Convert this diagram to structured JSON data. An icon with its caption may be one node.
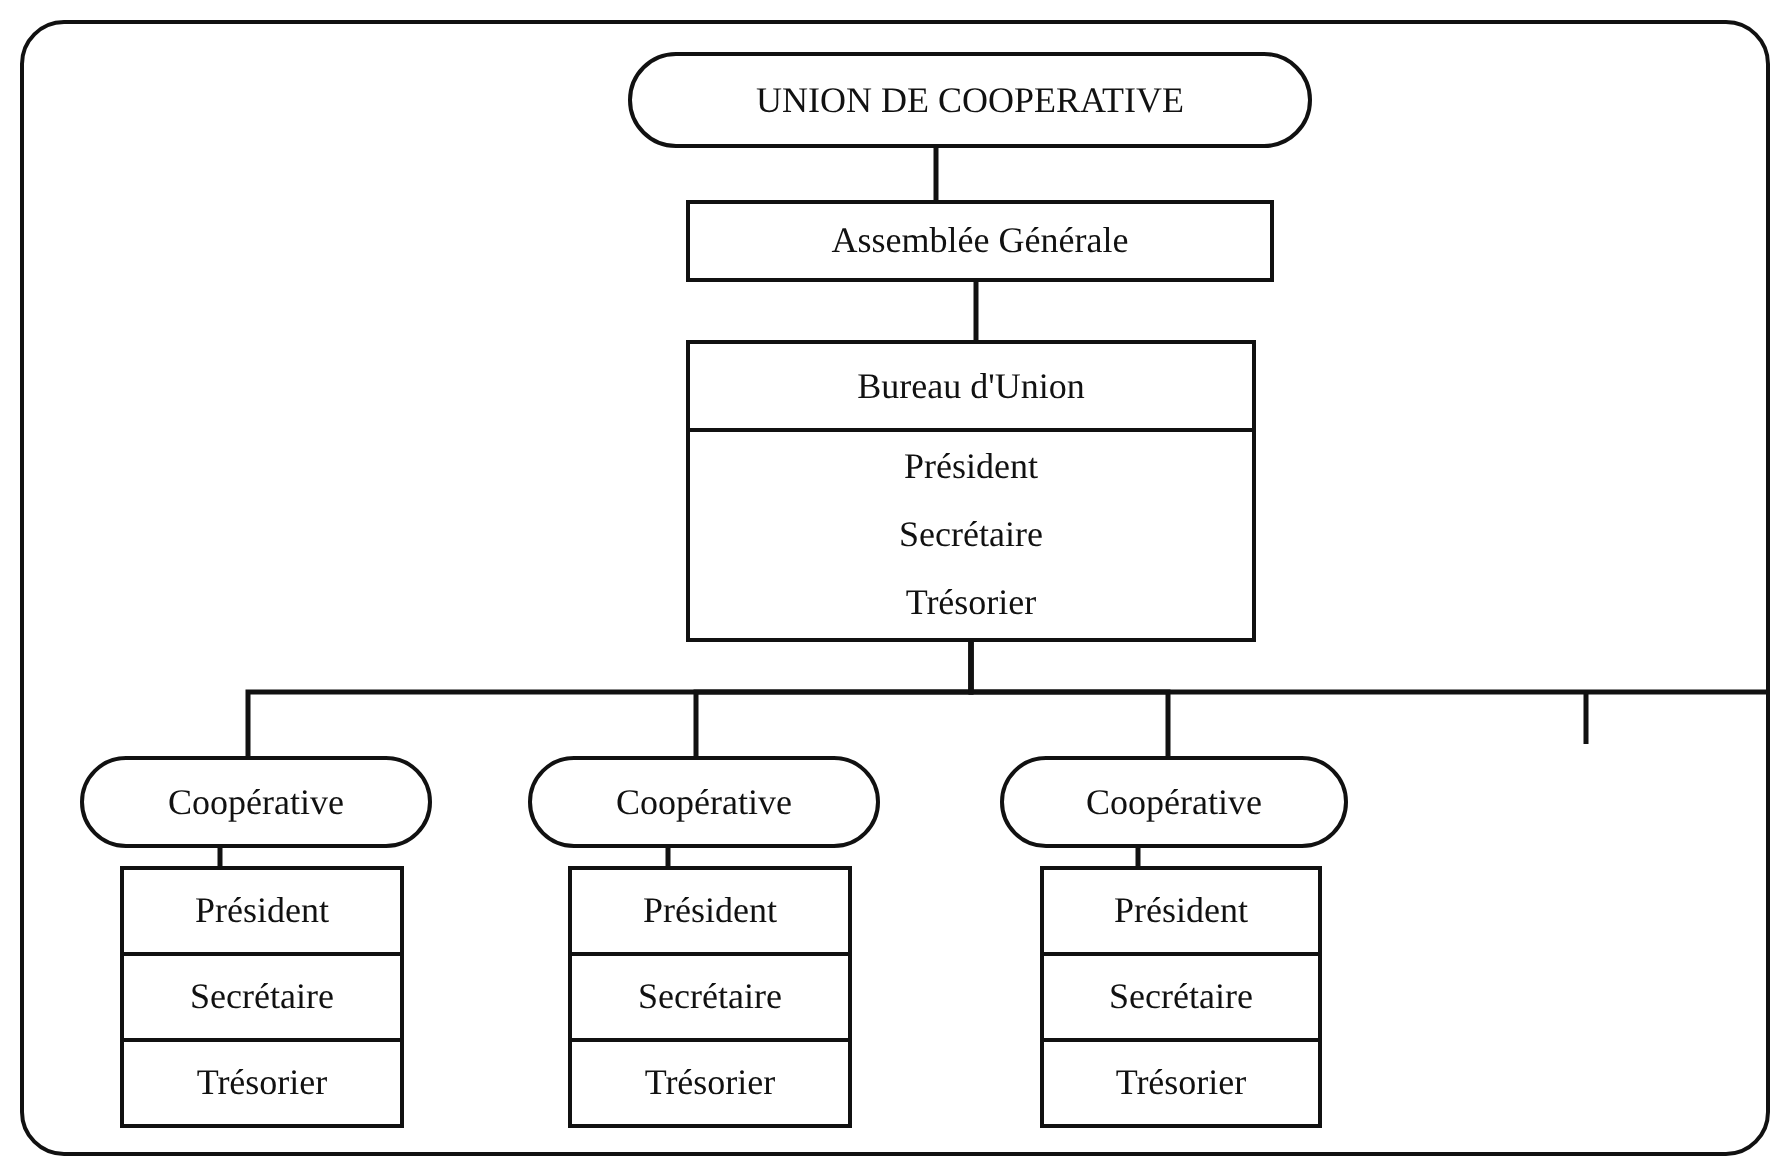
{
  "diagram": {
    "nodes": [
      {
        "text": [
          "UNION DE COOPERATIVE"
        ]
      },
      {
        "text": [
          "Assemblée Générale"
        ]
      },
      {
        "text": [
          "Bureau d'Union",
          "Président",
          "Secrétaire",
          "Trésorier"
        ]
      },
      {
        "text": [
          "Coopérative"
        ]
      },
      {
        "text": [
          "Président",
          "Secrétaire",
          "Trésorier"
        ]
      },
      {
        "text": [
          "Coopérative"
        ]
      },
      {
        "text": [
          "Président",
          "Secrétaire",
          "Trésorier"
        ]
      },
      {
        "text": [
          "Coopérative"
        ]
      },
      {
        "text": [
          "Président",
          "Secrétaire",
          "Trésorier"
        ]
      }
    ],
    "edges": [
      {
        "from": 0,
        "to": 1,
        "arrow": "none"
      },
      {
        "from": 1,
        "to": 2,
        "arrow": "none"
      },
      {
        "from": 2,
        "to": 3,
        "arrow": "none"
      },
      {
        "from": 2,
        "to": 5,
        "arrow": "none"
      },
      {
        "from": 2,
        "to": 7,
        "arrow": "none"
      },
      {
        "from": 2,
        "to": null,
        "arrow": "none"
      },
      {
        "from": 3,
        "to": 4,
        "arrow": "none"
      },
      {
        "from": 5,
        "to": 6,
        "arrow": "none"
      },
      {
        "from": 7,
        "to": 8,
        "arrow": "none"
      }
    ]
  }
}
